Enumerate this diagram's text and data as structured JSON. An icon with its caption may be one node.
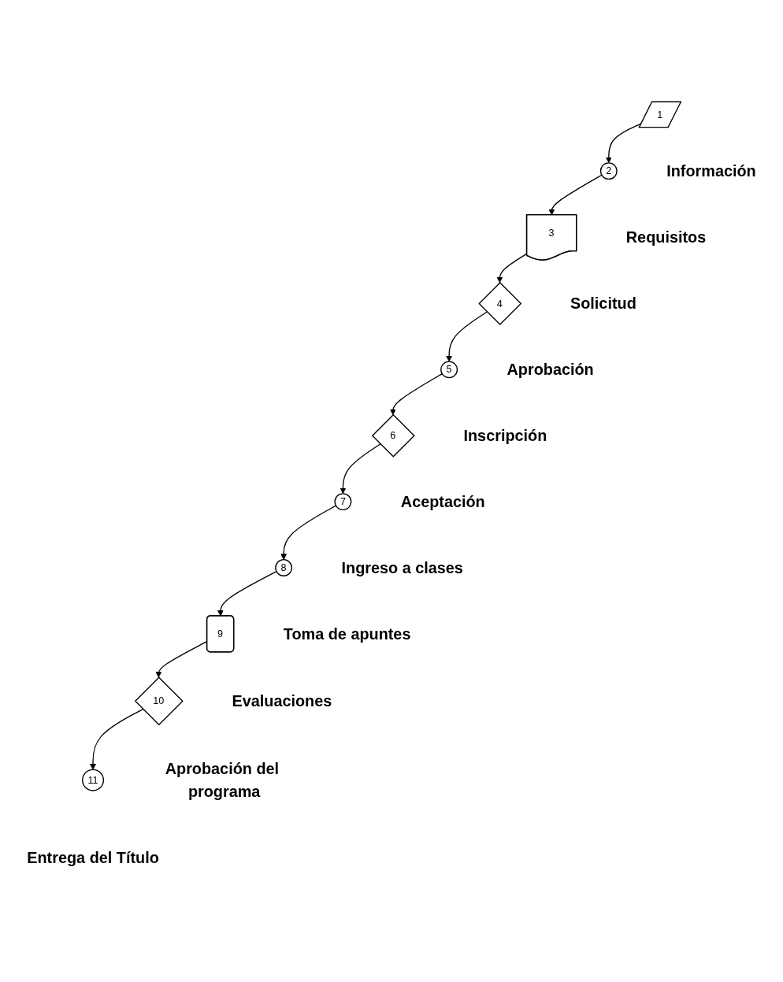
{
  "diagram": {
    "nodes": [
      {
        "text": [
          "1"
        ],
        "beside": [
          "Información"
        ]
      },
      {
        "text": [
          "2"
        ],
        "beside": [
          "Requisitos"
        ]
      },
      {
        "text": [
          "3"
        ],
        "beside": [
          "Solicitud"
        ]
      },
      {
        "text": [
          "4"
        ],
        "beside": [
          "Aprobación"
        ]
      },
      {
        "text": [
          "5"
        ],
        "beside": [
          "Inscripción"
        ]
      },
      {
        "text": [
          "6"
        ],
        "beside": [
          "Aceptación"
        ]
      },
      {
        "text": [
          "7"
        ],
        "beside": [
          "Ingreso a clases"
        ]
      },
      {
        "text": [
          "8"
        ],
        "beside": [
          "Toma de apuntes"
        ]
      },
      {
        "text": [
          "9"
        ],
        "beside": [
          "Evaluaciones"
        ]
      },
      {
        "text": [
          "10"
        ],
        "beside": [
          "Aprobación del programa"
        ]
      },
      {
        "text": [
          "11"
        ],
        "beside": [
          "Entrega del Título"
        ]
      }
    ],
    "edges": [
      {
        "from": 0,
        "to": 1,
        "arrow": "to"
      },
      {
        "from": 1,
        "to": 2,
        "arrow": "to"
      },
      {
        "from": 2,
        "to": 3,
        "arrow": "to"
      },
      {
        "from": 3,
        "to": 4,
        "arrow": "to"
      },
      {
        "from": 4,
        "to": 5,
        "arrow": "to"
      },
      {
        "from": 5,
        "to": 6,
        "arrow": "to"
      },
      {
        "from": 6,
        "to": 7,
        "arrow": "to"
      },
      {
        "from": 7,
        "to": 8,
        "arrow": "to"
      },
      {
        "from": 8,
        "to": 9,
        "arrow": "to"
      },
      {
        "from": 9,
        "to": 10,
        "arrow": "to"
      }
    ]
  }
}
